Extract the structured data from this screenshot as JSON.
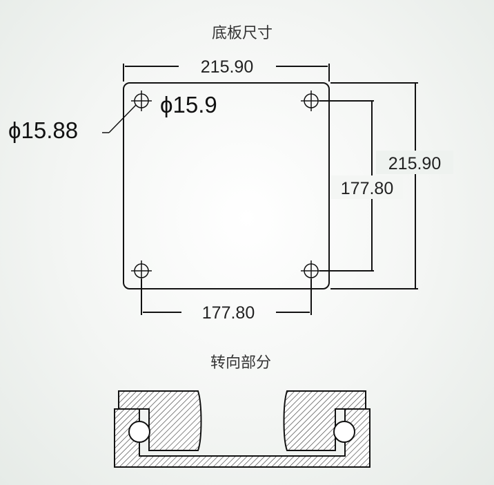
{
  "titles": {
    "base_plate": "底板尺寸",
    "swivel_section": "转向部分"
  },
  "dimensions": {
    "plate_width": "215.90",
    "plate_height": "215.90",
    "hole_spacing_horizontal": "177.80",
    "hole_spacing_vertical": "177.80",
    "hole_diameter_small": "ϕ15.9",
    "hole_diameter_large": "ϕ15.88"
  }
}
